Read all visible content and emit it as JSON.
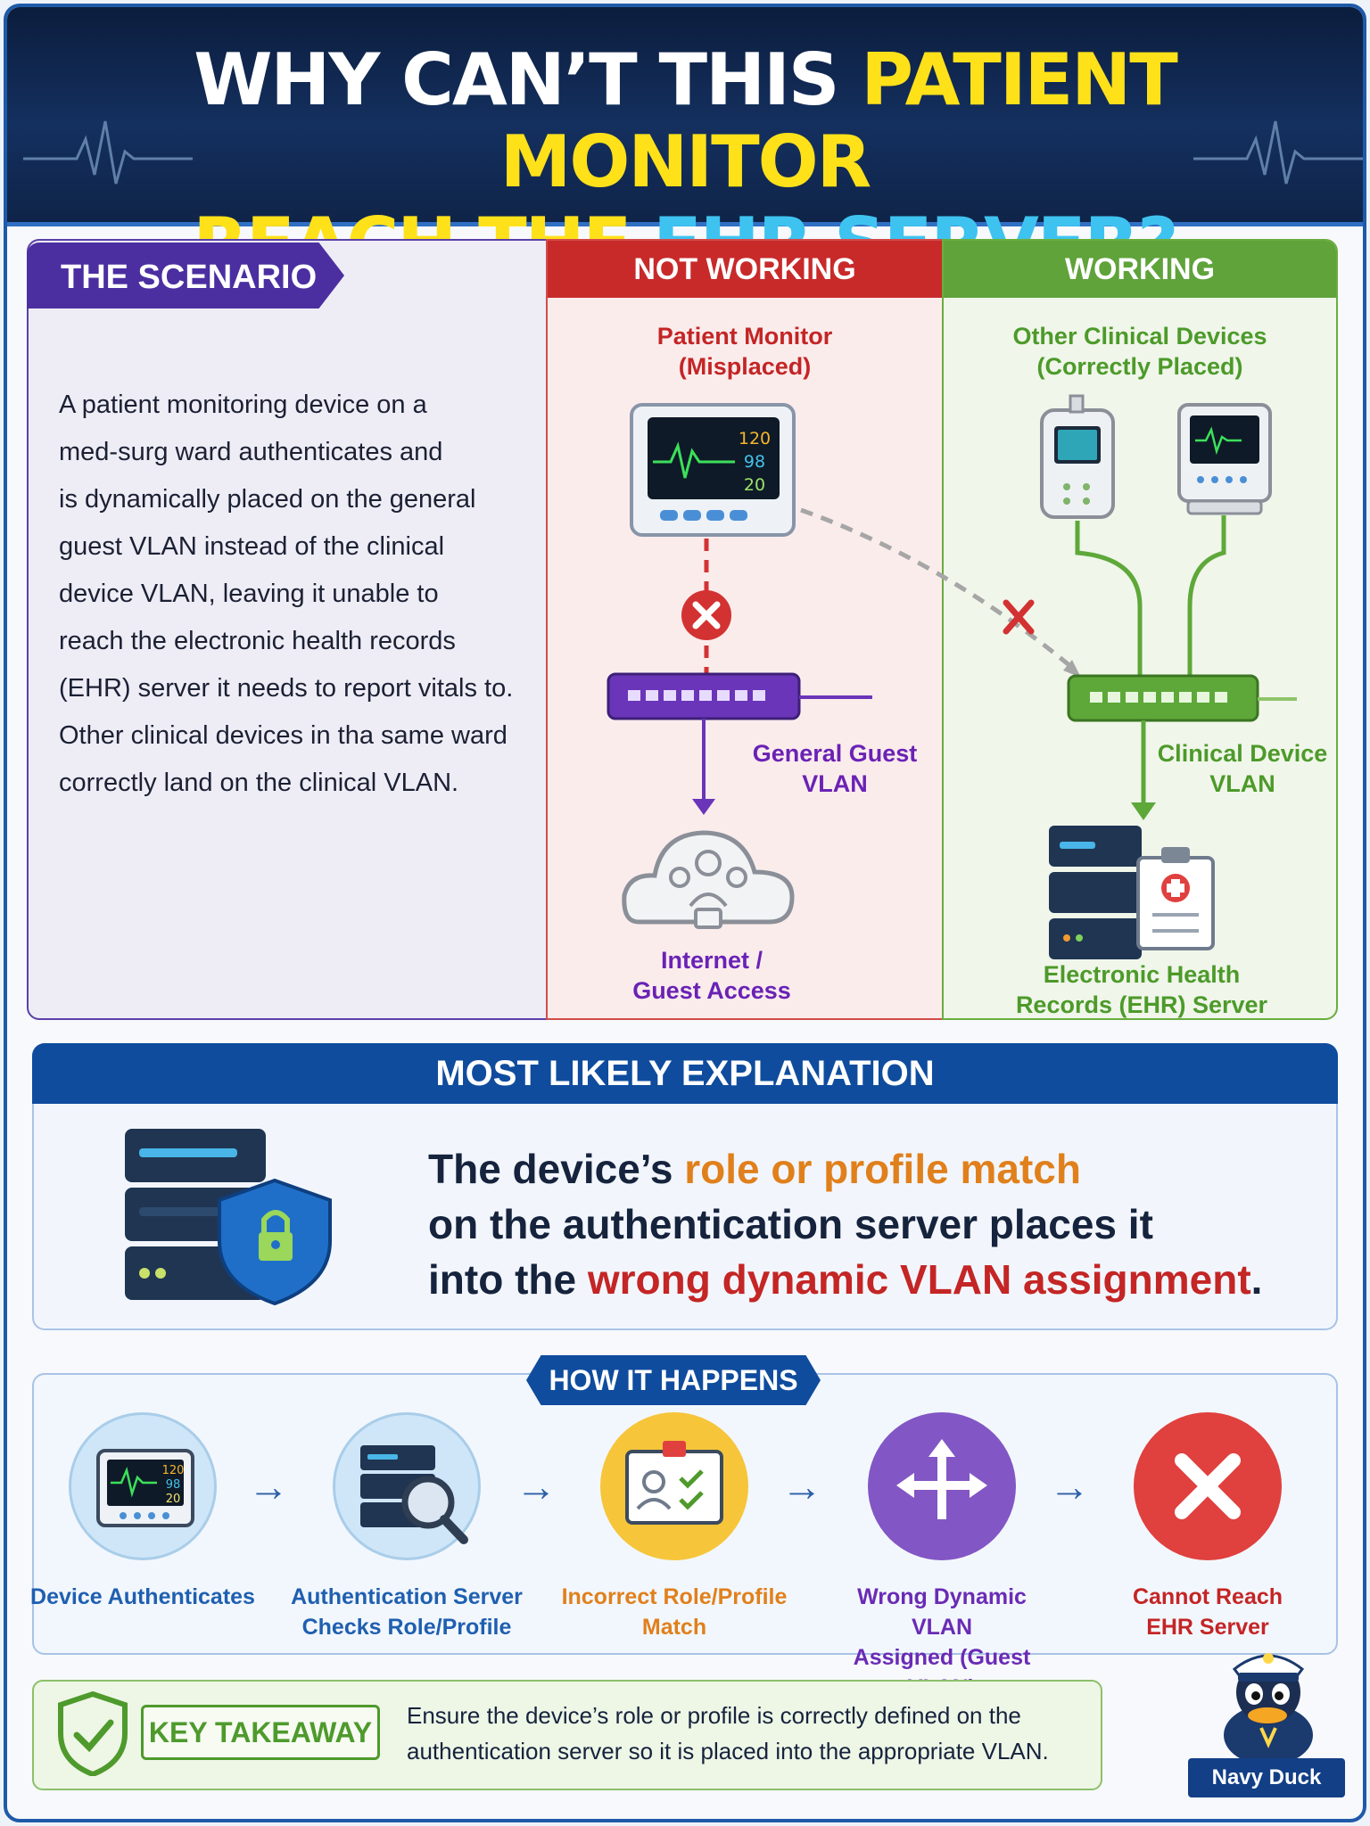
{
  "header": {
    "title_line1_white": "WHY CAN’T THIS ",
    "title_line1_yellow": "PATIENT MONITOR",
    "title_line2_yellow": "REACH THE ",
    "title_line2_cyan": "EHR SERVER?"
  },
  "scenario": {
    "tab_label": "THE SCENARIO",
    "lines": [
      "A patient monitoring device on a",
      "med-surg ward authenticates and",
      "is dynamically placed on the general",
      "guest VLAN instead of the clinical",
      "device VLAN, leaving it unable to",
      "reach the electronic health records",
      "(EHR) server it needs to report vitals to.",
      "Other clinical devices in tha same ward",
      "correctly land on the clinical VLAN."
    ]
  },
  "not_working": {
    "header": "NOT WORKING",
    "device_label_1": "Patient Monitor",
    "device_label_2": "(Misplaced)",
    "monitor_values": [
      "120",
      "98",
      "20"
    ],
    "vlan_label_1": "General Guest",
    "vlan_label_2": "VLAN",
    "dest_label_1": "Internet /",
    "dest_label_2": "Guest Access"
  },
  "working": {
    "header": "WORKING",
    "device_label_1": "Other Clinical Devices",
    "device_label_2": "(Correctly Placed)",
    "vlan_label_1": "Clinical Device",
    "vlan_label_2": "VLAN",
    "dest_label_1": "Electronic Health",
    "dest_label_2": "Records (EHR) Server"
  },
  "explanation": {
    "header": "MOST LIKELY EXPLANATION",
    "l1_a": "The device’s ",
    "l1_b": "role or profile match",
    "l2": "on the authentication server places it",
    "l3_a": "into the ",
    "l3_b": "wrong dynamic VLAN assignment",
    "l3_c": "."
  },
  "how": {
    "tab_label": "HOW IT HAPPENS",
    "monitor_values": [
      "120",
      "98",
      "20"
    ],
    "steps": [
      {
        "l1": "Device Authenticates",
        "l2": "",
        "color": "#1f5fb0"
      },
      {
        "l1": "Authentication Server",
        "l2": "Checks Role/Profile",
        "color": "#1f5fb0"
      },
      {
        "l1": "Incorrect Role/Profile",
        "l2": "Match",
        "color": "#e0801c"
      },
      {
        "l1": "Wrong Dynamic VLAN",
        "l2": "Assigned (Guest VLAN)",
        "color": "#6a2bb5"
      },
      {
        "l1": "Cannot Reach",
        "l2": "EHR Server",
        "color": "#c42525"
      }
    ]
  },
  "takeaway": {
    "label": "KEY TAKEAWAY",
    "line1": "Ensure the device’s role or profile is correctly defined on the",
    "line2": "authentication server so it is placed into the appropriate VLAN."
  },
  "mascot": {
    "label": "Navy Duck"
  },
  "colors": {
    "not_working": "#c82a2a",
    "working": "#5fa33a",
    "guest_vlan": "#6a22b5",
    "brand_blue": "#0f4c9e"
  }
}
